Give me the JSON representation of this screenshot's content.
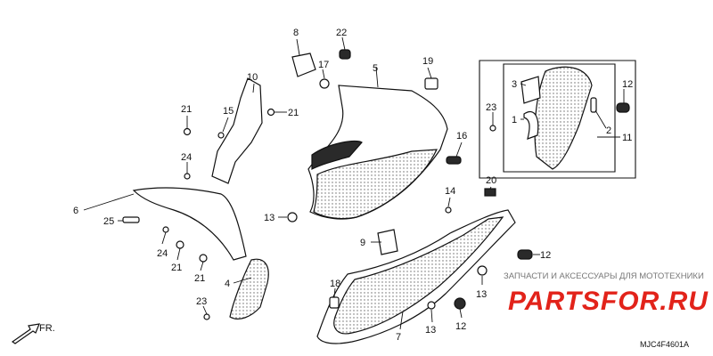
{
  "diagram": {
    "callouts": [
      "1",
      "2",
      "3",
      "4",
      "5",
      "6",
      "7",
      "8",
      "9",
      "10",
      "11",
      "12",
      "12",
      "12",
      "13",
      "13",
      "13",
      "14",
      "15",
      "16",
      "17",
      "18",
      "19",
      "20",
      "21",
      "21",
      "21",
      "21",
      "22",
      "23",
      "23",
      "24",
      "24",
      "25"
    ],
    "drawing_code": "MJC4F4601A",
    "watermark_text": "PARTSFOR.RU",
    "watermark_subtitle": "ЗАПЧАСТИ И АКСЕССУАРЫ ДЛЯ МОТОТЕХНИКИ",
    "direction_label": "FR.",
    "colors": {
      "ink": "#111111",
      "watermark": "#e2231a",
      "dots": "#666666"
    }
  }
}
